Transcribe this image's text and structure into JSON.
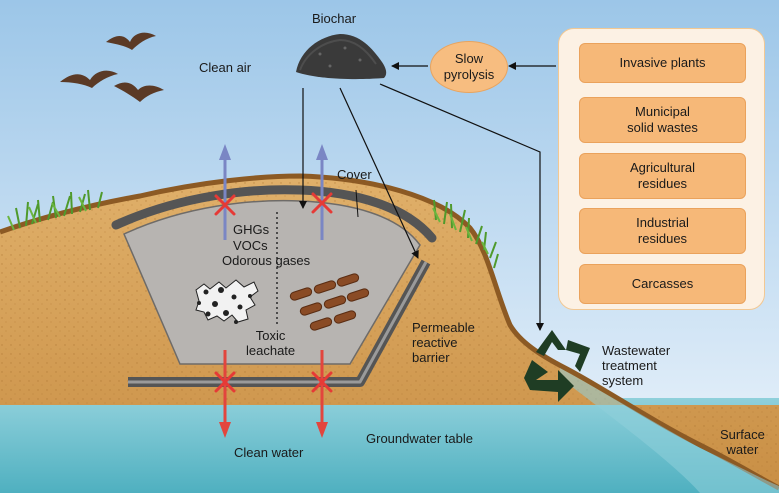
{
  "labels": {
    "biochar": "Biochar",
    "clean_air": "Clean air",
    "slow_pyrolysis": "Slow\npyrolysis",
    "cover": "Cover",
    "ghgs": "GHGs",
    "vocs": "VOCs",
    "odorous_gases": "Odorous gases",
    "toxic_leachate": "Toxic\nleachate",
    "permeable_reactive_barrier": "Permeable\nreactive\nbarrier",
    "wastewater_treatment_system": "Wastewater\ntreatment\nsystem",
    "clean_water": "Clean water",
    "groundwater_table": "Groundwater table",
    "surface_water": "Surface\nwater"
  },
  "sources": [
    "Invasive plants",
    "Municipal\nsolid wastes",
    "Agricultural\nresidues",
    "Industrial\nresidues",
    "Carcasses"
  ],
  "colors": {
    "sky_top": "#9cc6e8",
    "sky_bottom": "#e8f2fb",
    "soil": "#d39c52",
    "soil_edge": "#8c5a24",
    "liner": "#555555",
    "landfill_fill": "#b7b4b1",
    "groundwater": "#6fc2cf",
    "gas_arrow": "#7a86c4",
    "water_arrow": "#e2453d",
    "block_mark": "#e63a36",
    "source_box": "#f6b878",
    "source_panel": "#fcf1e4",
    "pyrolysis_ellipse": "#f7bd80",
    "biochar": "#3a3a3a",
    "grass": "#4f9a2c",
    "recycle_icon": "#1f3d24"
  }
}
